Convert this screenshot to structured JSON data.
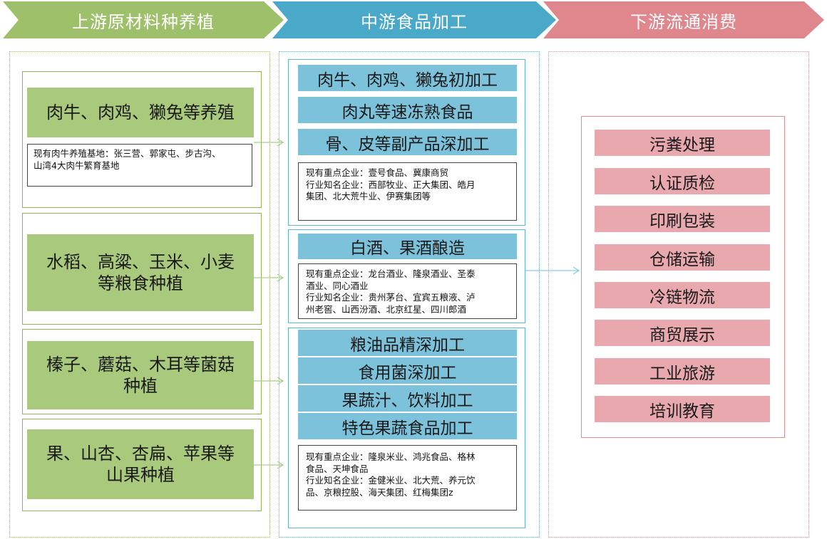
{
  "header": {
    "upstream": "上游原材料种养植",
    "midstream": "中游食品加工",
    "downstream": "下游流通消费"
  },
  "upstream": [
    {
      "title": "肉牛、肉鸡、獭兔等养殖",
      "note": [
        "现有肉牛养殖基地：张三营、郭家屯、步古沟、",
        "山湾4大肉牛繁育基地"
      ]
    },
    {
      "title": [
        "水稻、高粱、玉米、小麦",
        "等粮食种植"
      ]
    },
    {
      "title": [
        "榛子、蘑菇、木耳等菌菇",
        "种植"
      ]
    },
    {
      "title": [
        "果、山杏、杏扁、苹果等",
        "山果种植"
      ]
    }
  ],
  "midstream": [
    {
      "items": [
        "肉牛、肉鸡、獭兔初加工",
        "肉丸等速冻熟食品",
        "骨、皮等副产品深加工"
      ],
      "note": [
        "现有重点企业：壹号食品、冀康商贸",
        "行业知名企业：西部牧业、正大集团、皓月",
        "集团、北大荒牛业、伊赛集团等"
      ]
    },
    {
      "items": [
        "白酒、果酒酿造"
      ],
      "note": [
        "现有重点企业：龙台酒业、隆泉酒业、圣泰",
        "酒业、同心酒业",
        "行业知名企业：贵州茅台、宜宾五粮液、泸",
        "州老窖、山西汾酒、北京红星、四川郎酒"
      ]
    },
    {
      "items": [
        "粮油品精深加工",
        "食用菌深加工",
        "果蔬汁、饮料加工",
        "特色果蔬食品加工"
      ],
      "note": [
        "现有重点企业：隆泉米业、鸿兆食品、格林",
        "食品、天坤食品",
        "行业知名企业：金健米业、北大荒、养元饮",
        "品、京粮控股、海天集团、红梅集团z"
      ]
    }
  ],
  "downstream": [
    "污粪处理",
    "认证质检",
    "印刷包装",
    "仓储运输",
    "冷链物流",
    "商贸展示",
    "工业旅游",
    "培训教育"
  ],
  "colors": {
    "green": "#9fc06a",
    "blue": "#4aa9c9",
    "pink": "#e0878e"
  }
}
